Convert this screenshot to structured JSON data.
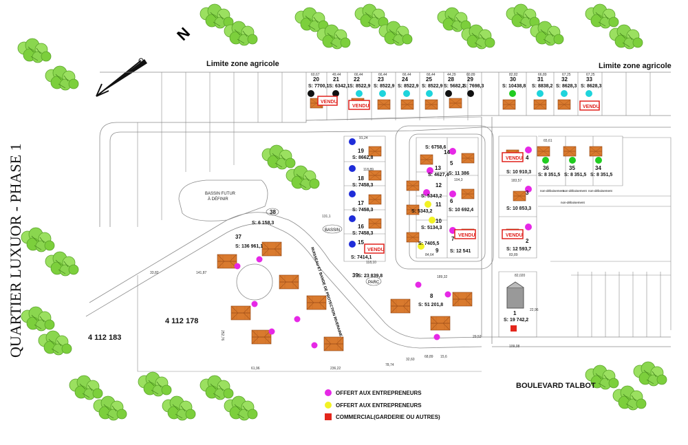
{
  "title": "QUARTIER LUXUOR - PHASE 1",
  "north": "N",
  "limite_zone_agricole": "Limite zone agricole",
  "boulevard": "BOULEVARD TALBOT",
  "bassin_futur": [
    "BASSIN FUTUR",
    "À DÉFINIR"
  ],
  "bassin": "BASSIN",
  "parc": "PARC",
  "ruisseau": "RUISSEAU ET BANDE DE PROTECTION RIVERAINE",
  "parcels_large": {
    "p1": "4 112 178",
    "p2": "4 112 183"
  },
  "vendu": "VENDU",
  "non_deboisement": "non-déboisement",
  "legend": [
    {
      "color": "#e628e6",
      "label": "OFFERT AUX ENTREPRENEURS",
      "shape": "circle"
    },
    {
      "color": "#f2f224",
      "label": "OFFERT AUX ENTREPRENEURS",
      "shape": "circle"
    },
    {
      "color": "#e3261b",
      "label": "COMMERCIAL(GARDERIE OU AUTRES)",
      "shape": "square"
    }
  ],
  "colors": {
    "house": "#d97a2e",
    "house_dark": "#a5531a",
    "tree": "#7ccf3c",
    "blue": "#1f2dd9",
    "cyan": "#1ed4dc",
    "green": "#21cc21",
    "magenta": "#e628e6",
    "yellow": "#f2f224",
    "black": "#111111"
  },
  "lots_top": [
    {
      "num": "20",
      "area": "S: 7700,1"
    },
    {
      "num": "21",
      "area": "S: 6342,1"
    },
    {
      "num": "22",
      "area": "S: 8522,9"
    },
    {
      "num": "23",
      "area": "S: 8522,9"
    },
    {
      "num": "24",
      "area": "S: 8522,9"
    },
    {
      "num": "25",
      "area": "S: 8522,9"
    },
    {
      "num": "28",
      "area": "S: 5682,2"
    },
    {
      "num": "29",
      "area": "S: 7698,3"
    },
    {
      "num": "30",
      "area": "S: 10438,8"
    },
    {
      "num": "31",
      "area": "S: 8838,2"
    },
    {
      "num": "32",
      "area": "S: 8628,3"
    },
    {
      "num": "33",
      "area": "S: 8628,3"
    }
  ],
  "lots_left_col": [
    {
      "num": "19",
      "area": "S: 8662,8"
    },
    {
      "num": "18",
      "area": "S: 7458,3"
    },
    {
      "num": "17",
      "area": "S: 7458,3"
    },
    {
      "num": "16",
      "area": "S: 7458,3"
    },
    {
      "num": "15",
      "area": "S: 7414,1"
    }
  ],
  "lots_mid": [
    {
      "num": "14",
      "area": "S: 6758,6"
    },
    {
      "num": "13",
      "area": "S: 4627,4"
    },
    {
      "num": "12",
      "area": "S: 5343,2"
    },
    {
      "num": "11",
      "area": "S: 5343,2"
    },
    {
      "num": "10",
      "area": "S: 5134,3"
    },
    {
      "num": "9",
      "area": "S: 7405,5"
    },
    {
      "num": "5",
      "area": "S: 11 386"
    },
    {
      "num": "6",
      "area": "S: 10 692,4"
    },
    {
      "num": "7",
      "area": "S: 12 541"
    }
  ],
  "lots_right": [
    {
      "num": "4",
      "area": "S: 10 910,3"
    },
    {
      "num": "3",
      "area": "S: 10 853,3"
    },
    {
      "num": "2",
      "area": "S: 12 593,7"
    },
    {
      "num": "36",
      "area": "S: 8 351,5"
    },
    {
      "num": "35",
      "area": "S: 8 351,5"
    },
    {
      "num": "34",
      "area": "S: 8 351,5"
    },
    {
      "num": "1",
      "area": "S: 19 742,2"
    }
  ],
  "lots_big": [
    {
      "num": "37",
      "area": "S: 136 961,1"
    },
    {
      "num": "38",
      "area": "S: 6 158,3"
    },
    {
      "num": "39",
      "area": "S: 23 839,8"
    },
    {
      "num": "8",
      "area": "S: 51 201,8"
    }
  ],
  "dims_top": [
    "60,67",
    "49,44",
    "66,44",
    "66,44",
    "66,44",
    "66,44",
    "44,29",
    "60,89",
    "82,82",
    "66,89",
    "67,25",
    "67,25"
  ],
  "dims_misc": {
    "d1": "33,82",
    "d2": "141,87",
    "d3": "236,22",
    "d4": "61,96",
    "d5": "252,76",
    "d6": "118,10",
    "d7": "84,64",
    "d8": "82,020",
    "d9": "22,96",
    "d10": "109,08",
    "d11": "29,52",
    "d12": "68,89",
    "d13": "15,6",
    "d14": "78,74",
    "d15": "32,60",
    "d16": "189,32",
    "d17": "118,89",
    "d18": "104,3",
    "d19": "83,89",
    "d20": "65,61",
    "d21": "183,57",
    "d22": "131,1",
    "d23": "91,24"
  }
}
